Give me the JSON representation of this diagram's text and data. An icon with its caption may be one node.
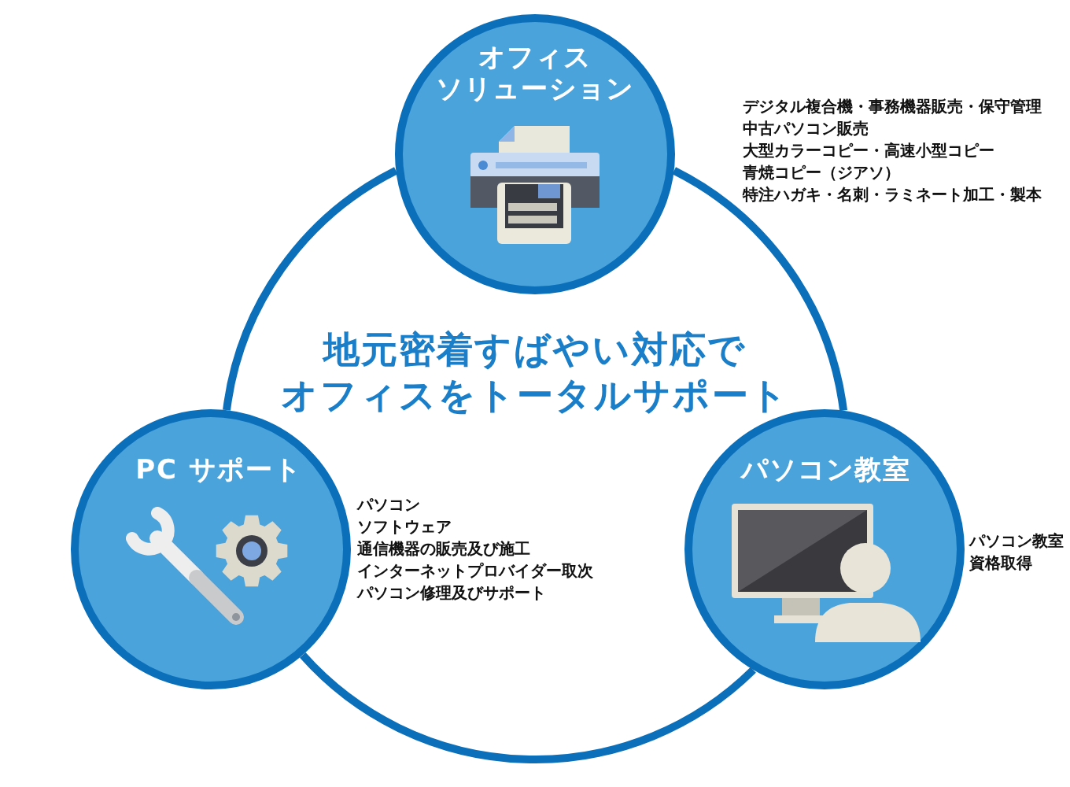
{
  "diagram": {
    "title": "地元密着すばやい対応でオフィスをトータルサポート",
    "nodes": [
      {
        "text": [
          "オフィスソリューション"
        ],
        "beside": [
          "デジタル複合機・事務機器販売・保守管理",
          "中古パソコン販売",
          "大型カラーコピー・高速小型コピー",
          "青焼コピー（ジアソ）",
          "特注ハガキ・名刺・ラミネート加工・製本"
        ]
      },
      {
        "text": [
          "PC サポート"
        ],
        "beside": [
          "パソコン",
          "ソフトウェア",
          "通信機器の販売及び施工",
          "インターネットプロバイダー取次",
          "パソコン修理及びサポート"
        ]
      },
      {
        "text": [
          "パソコン教室"
        ],
        "beside": [
          "パソコン教室",
          "資格取得"
        ]
      }
    ],
    "edges": [
      {
        "from": 0,
        "to": 2,
        "arrow": "none"
      },
      {
        "from": 1,
        "to": 0,
        "arrow": "none"
      },
      {
        "from": 2,
        "to": 1,
        "arrow": "none"
      }
    ]
  }
}
